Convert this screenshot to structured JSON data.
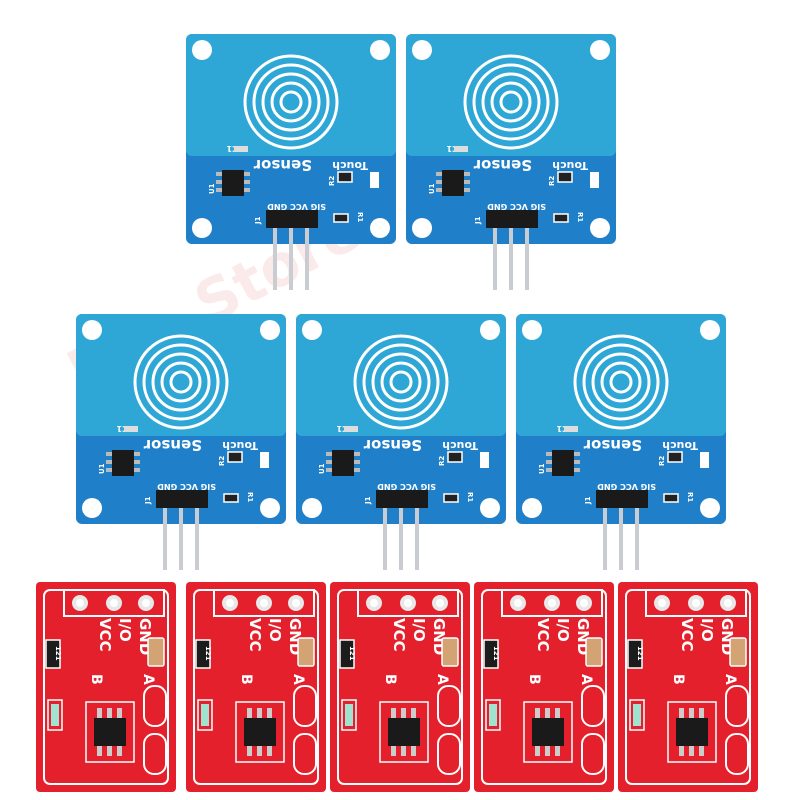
{
  "colors": {
    "blue_pcb": "#1f7fc9",
    "blue_pad": "#2ea7d6",
    "red_pcb": "#e3202c",
    "silkscreen": "#ffffff",
    "pins": "#c9ccd1",
    "chip": "#1a1a1a"
  },
  "blue_boards": [
    {
      "label_touch": "Touch",
      "label_sensor": "Sensor",
      "pins": "SIG VCC GND",
      "c1": "C1",
      "r1": "R1",
      "r2": "R2",
      "u1": "U1",
      "j1": "J1"
    },
    {
      "label_touch": "Touch",
      "label_sensor": "Sensor",
      "pins": "SIG VCC GND",
      "c1": "C1",
      "r1": "R1",
      "r2": "R2",
      "u1": "U1",
      "j1": "J1"
    },
    {
      "label_touch": "Touch",
      "label_sensor": "Sensor",
      "pins": "SIG VCC GND",
      "c1": "C1",
      "r1": "R1",
      "r2": "R2",
      "u1": "U1",
      "j1": "J1"
    },
    {
      "label_touch": "Touch",
      "label_sensor": "Sensor",
      "pins": "SIG VCC GND",
      "c1": "C1",
      "r1": "R1",
      "r2": "R2",
      "u1": "U1",
      "j1": "J1"
    },
    {
      "label_touch": "Touch",
      "label_sensor": "Sensor",
      "pins": "SIG VCC GND",
      "c1": "C1",
      "r1": "R1",
      "r2": "R2",
      "u1": "U1",
      "j1": "J1"
    }
  ],
  "red_boards": [
    {
      "gnd": "GND",
      "io": "I/O",
      "vcc": "VCC",
      "a": "A",
      "b": "B",
      "res": "121"
    },
    {
      "gnd": "GND",
      "io": "I/O",
      "vcc": "VCC",
      "a": "A",
      "b": "B",
      "res": "121"
    },
    {
      "gnd": "GND",
      "io": "I/O",
      "vcc": "VCC",
      "a": "A",
      "b": "B",
      "res": "121"
    },
    {
      "gnd": "GND",
      "io": "I/O",
      "vcc": "VCC",
      "a": "A",
      "b": "B",
      "res": "121"
    },
    {
      "gnd": "GND",
      "io": "I/O",
      "vcc": "VCC",
      "a": "A",
      "b": "B",
      "res": "121"
    }
  ],
  "watermark": "M... Store"
}
